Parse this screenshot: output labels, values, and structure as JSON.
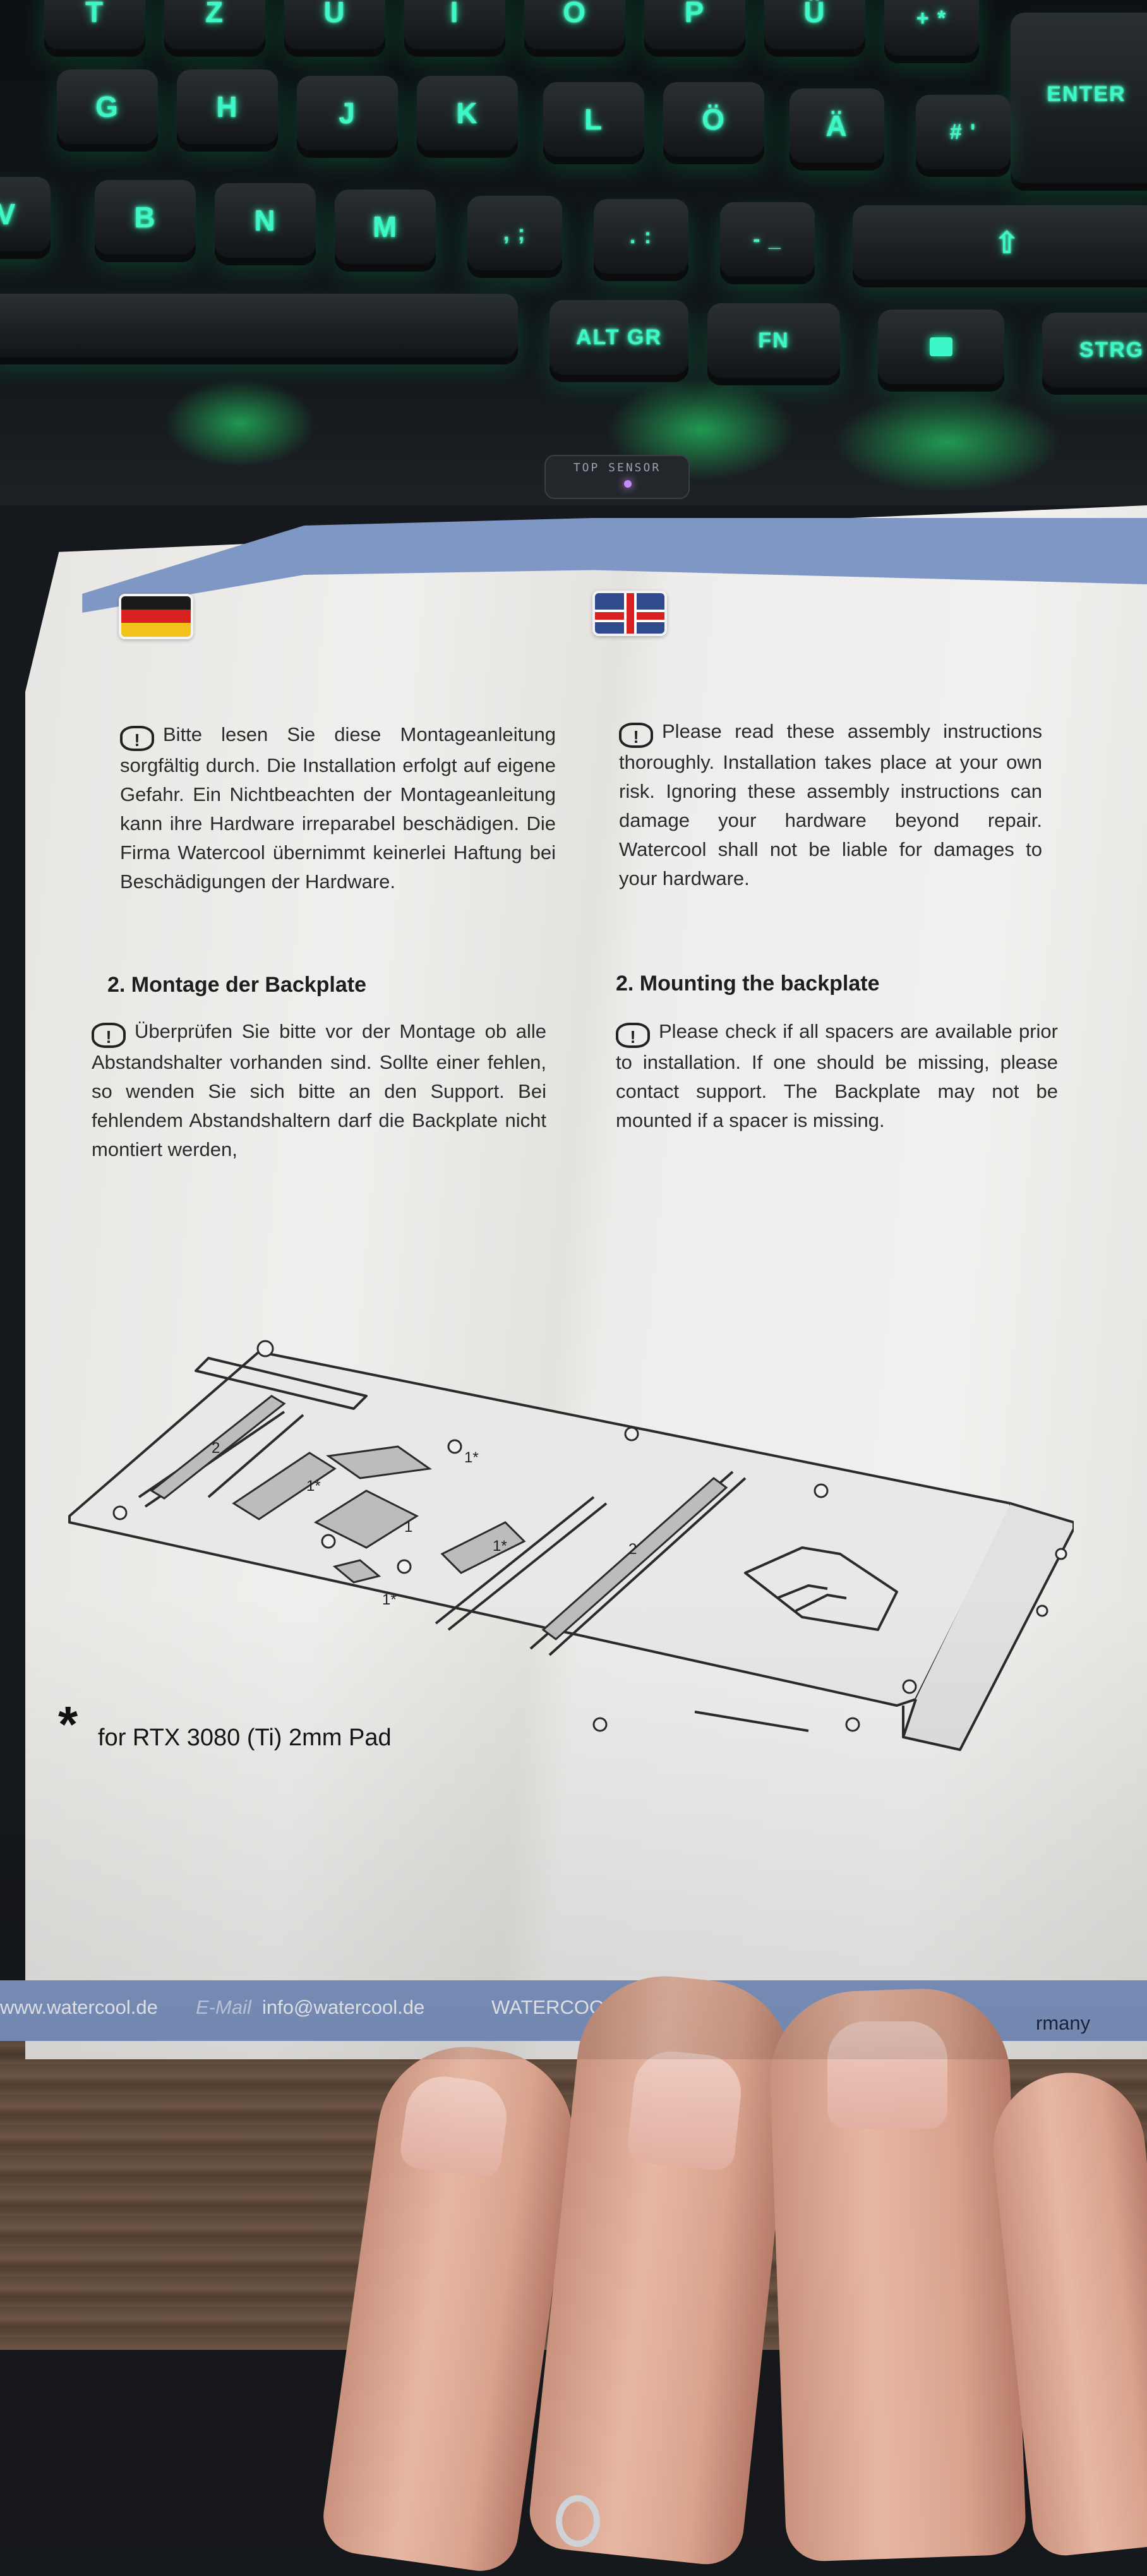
{
  "keyboard": {
    "row1": [
      "T",
      "Z",
      "U",
      "I",
      "O",
      "P",
      "Ü",
      "+ *"
    ],
    "row2": [
      "G",
      "H",
      "J",
      "K",
      "L",
      "Ö",
      "Ä",
      "# '"
    ],
    "row3": [
      "B",
      "N",
      "M",
      ", ;",
      ". :",
      "- _"
    ],
    "enter_label": "ENTER",
    "altgr_label": "ALT GR",
    "fn_label": "FN",
    "strg_label": "STRG",
    "shift_symbol": "⇧",
    "sensor_label": "TOP SENSOR"
  },
  "manual": {
    "german": {
      "intro": "Bitte lesen Sie diese Montageanleitung sorgfältig durch. Die Installation erfolgt auf eigene Gefahr. Ein Nichtbeachten der Montageanleitung kann ihre Hardware irreparabel beschädigen. Die Firma Watercool übernimmt keinerlei Haftung bei Beschädigungen der Hardware.",
      "heading": "2. Montage der Backplate",
      "body": "Überprüfen Sie bitte vor der Montage ob alle Abstandshalter vorhanden sind. Sollte einer fehlen, so wenden Sie sich bitte an den Support. Bei fehlendem Abstandshaltern darf die Backplate nicht montiert werden,"
    },
    "english": {
      "intro": "Please read these assembly instructions thoroughly. Installation takes place at your own risk. Ignoring these assembly instructions can damage your hardware beyond repair. Watercool shall not be liable for damages to your hardware.",
      "heading": "2. Mounting the backplate",
      "body": "Please check if all spacers are available prior to installation. If one should be missing, please contact support. The Backplate may not be mounted if a spacer is missing."
    },
    "warning_symbol": "!",
    "diagram_labels": [
      "2",
      "1*",
      "1*",
      "1",
      "1*",
      "1*",
      "2"
    ],
    "footnote_marker": "*",
    "footnote": "for RTX 3080 (Ti) 2mm Pad",
    "footer": {
      "website": "www.watercool.de",
      "email_label": "E-Mail",
      "email": "info@watercool.de",
      "company": "WATERCOOL GmbH · Zum M",
      "country_fragment": "rmany"
    }
  }
}
